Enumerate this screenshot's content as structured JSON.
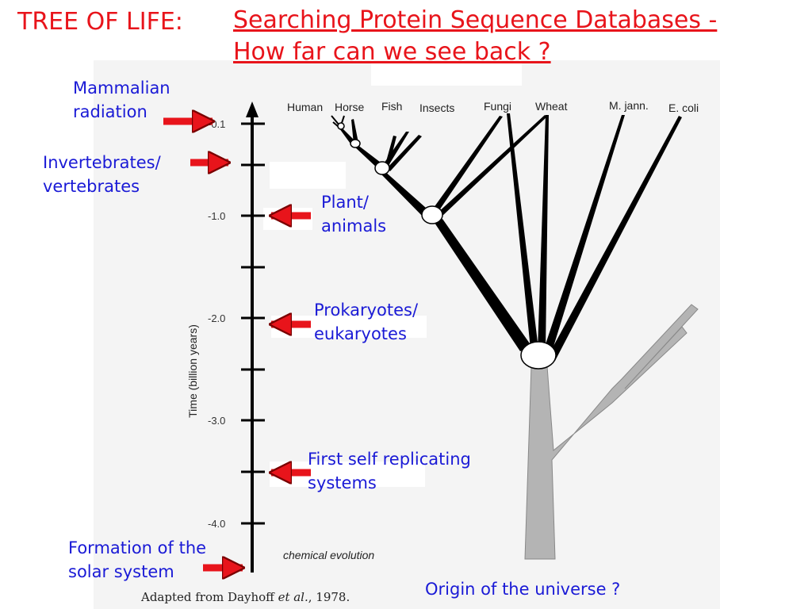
{
  "title_left": "TREE OF LIFE:",
  "title_line1": "Searching Protein Sequence Databases -",
  "title_line2": "How far can we see back ?",
  "axis": {
    "title": "Time (billion years)",
    "ticks": [
      "-0.1",
      "-1.0",
      "-2.0",
      "-3.0",
      "-4.0"
    ]
  },
  "taxa": [
    "Human",
    "Horse",
    "Fish",
    "Insects",
    "Fungi",
    "Wheat",
    "M. jann.",
    "E. coli"
  ],
  "annotations": {
    "mammalian_1": "Mammalian",
    "mammalian_2": "radiation",
    "invert_1": "Invertebrates/",
    "invert_2": "vertebrates",
    "plant_1": "Plant/",
    "plant_2": "animals",
    "prok_1": "Prokaryotes/",
    "prok_2": "eukaryotes",
    "first_1": "First self replicating",
    "first_2": "systems",
    "solar_1": "Formation of the",
    "solar_2": "solar system",
    "universe": "Origin of the universe ?"
  },
  "chemical_evolution": "chemical evolution",
  "credit_prefix": "Adapted from Dayhoff ",
  "credit_etal": "et al.",
  "credit_suffix": ", 1978.",
  "colors": {
    "title": "#e8141b",
    "annotation": "#1a1ad6",
    "arrow": "#e8141b",
    "trunk": "#b4b4b4"
  }
}
